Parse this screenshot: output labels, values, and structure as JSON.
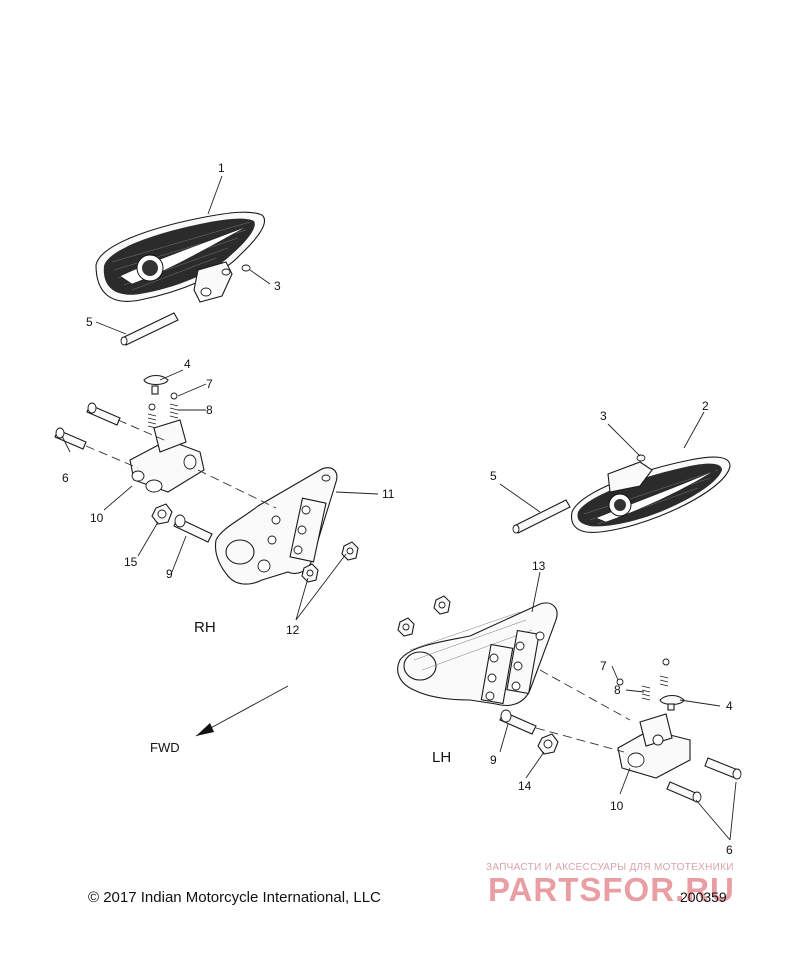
{
  "diagram": {
    "part_numbers": {
      "p1": "1",
      "p2": "2",
      "p3a": "3",
      "p3b": "3",
      "p4a": "4",
      "p4b": "4",
      "p5a": "5",
      "p5b": "5",
      "p6a": "6",
      "p6b": "6",
      "p7a": "7",
      "p7b": "7",
      "p8a": "8",
      "p8b": "8",
      "p9a": "9",
      "p9b": "9",
      "p10a": "10",
      "p10b": "10",
      "p11": "11",
      "p12": "12",
      "p13": "13",
      "p14": "14",
      "p15": "15"
    },
    "side_labels": {
      "rh": "RH",
      "lh": "LH"
    },
    "direction_label": "FWD"
  },
  "footer": {
    "copyright": "© 2017 Indian Motorcycle International, LLC",
    "drawing_number": "200359"
  },
  "watermark": {
    "subtitle": "ЗАПЧАСТИ И АКСЕССУАРЫ ДЛЯ МОТОТЕХНИКИ",
    "logo": "PARTSFOR.RU"
  },
  "colors": {
    "line": "#1a1a1a",
    "pad_rubber": "#2b2b2b",
    "watermark": "#cc2830"
  }
}
